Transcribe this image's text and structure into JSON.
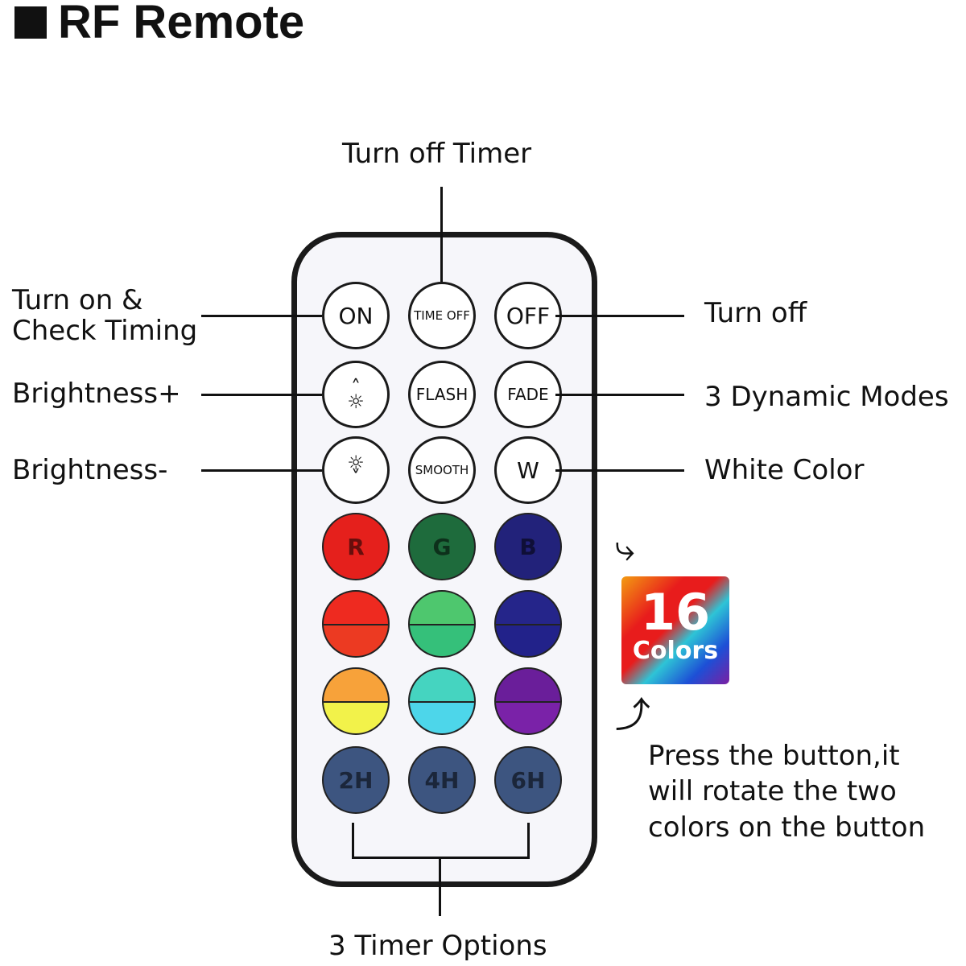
{
  "title": "RF Remote",
  "annotations": {
    "turn_off_timer": "Turn off Timer",
    "turn_on_line1": "Turn on &",
    "turn_on_line2": "Check Timing",
    "turn_off": "Turn off",
    "brightness_plus": "Brightness+",
    "brightness_minus": "Brightness-",
    "dynamic_modes": "3 Dynamic Modes",
    "white_color": "White Color",
    "timer_options": "3 Timer Options",
    "press_line1": "Press the button,it",
    "press_line2": "will rotate the two",
    "press_line3": "colors on the button"
  },
  "badge": {
    "number": "16",
    "label": "Colors"
  },
  "remote": {
    "function_buttons": [
      {
        "label": "ON"
      },
      {
        "label": "TIME OFF"
      },
      {
        "label": "OFF"
      },
      {
        "label": "",
        "icon": "brightness-up-icon"
      },
      {
        "label": "FLASH"
      },
      {
        "label": "FADE"
      },
      {
        "label": "",
        "icon": "brightness-down-icon"
      },
      {
        "label": "SMOOTH"
      },
      {
        "label": "W"
      }
    ],
    "color_buttons": [
      {
        "label": "R",
        "top": "#e5201c",
        "bottom": "#e5201c"
      },
      {
        "label": "G",
        "top": "#1e6b3c",
        "bottom": "#1e6b3c"
      },
      {
        "label": "B",
        "top": "#22227a",
        "bottom": "#22227a"
      },
      {
        "label": "",
        "top": "#ee2a20",
        "bottom": "#ec3a22"
      },
      {
        "label": "",
        "top": "#4ec76e",
        "bottom": "#35c07a"
      },
      {
        "label": "",
        "top": "#25258a",
        "bottom": "#22228a"
      },
      {
        "label": "",
        "top": "#f7a23a",
        "bottom": "#f2f24a"
      },
      {
        "label": "",
        "top": "#45d4c0",
        "bottom": "#4dd6ea"
      },
      {
        "label": "",
        "top": "#6a1e9a",
        "bottom": "#7a22a8"
      }
    ],
    "timer_buttons": [
      {
        "label": "2H"
      },
      {
        "label": "4H"
      },
      {
        "label": "6H"
      }
    ],
    "timer_color": "#3d5580"
  }
}
